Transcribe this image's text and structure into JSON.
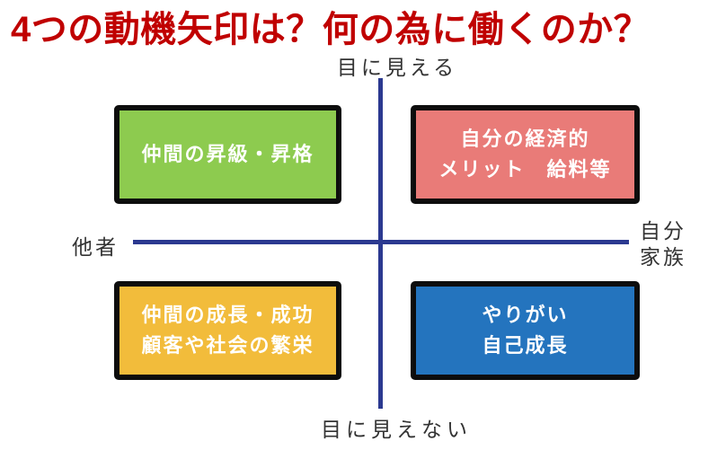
{
  "title": {
    "text": "4つの動機矢印は？何の為に働くのか？",
    "color": "#c00000"
  },
  "axes": {
    "top_label": "目に見える",
    "bottom_label": "目に見えない",
    "left_label": "他者",
    "right_label": [
      "自分",
      "家族"
    ],
    "line_color": "#2b3990",
    "label_color": "#333333"
  },
  "quadrants": [
    {
      "position": "top-left",
      "bg": "#8dcb4f",
      "text_color": "#ffffff",
      "lines": [
        "仲間の昇級・昇格"
      ]
    },
    {
      "position": "top-right",
      "bg": "#e97b78",
      "text_color": "#ffffff",
      "lines": [
        "自分の経済的",
        "メリット　給料等"
      ]
    },
    {
      "position": "bottom-left",
      "bg": "#f2bc3b",
      "text_color": "#ffffff",
      "lines": [
        "仲間の成長・成功",
        "顧客や社会の繁栄"
      ]
    },
    {
      "position": "bottom-right",
      "bg": "#2474be",
      "text_color": "#ffffff",
      "lines": [
        "やりがい",
        "自己成長"
      ]
    }
  ]
}
